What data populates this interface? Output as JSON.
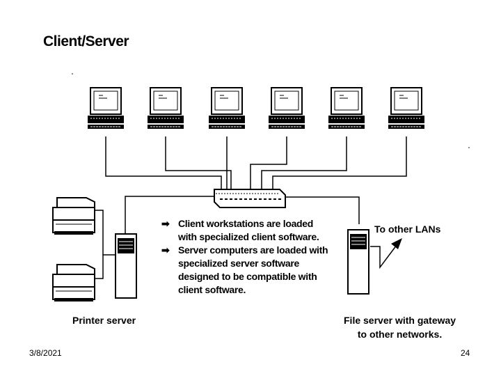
{
  "slide": {
    "title": "Client/Server",
    "bullets": [
      "Client workstations are loaded",
      "with specialized client software.",
      "Server computers are loaded with",
      "specialized server software",
      "designed to be compatible with",
      "client software."
    ],
    "lan_label": "To other LANs",
    "printer_label": "Printer server",
    "file_label_1": "File server with gateway",
    "file_label_2": "to other networks.",
    "date": "3/8/2021",
    "page_number": "24"
  },
  "icons": {
    "bullet_arrow": "right-arrow-icon",
    "workstation": "computer-icon",
    "printer": "printer-icon",
    "server": "server-tower-icon",
    "hub": "network-hub-icon"
  },
  "colors": {
    "ink": "#000000",
    "background": "#ffffff"
  }
}
